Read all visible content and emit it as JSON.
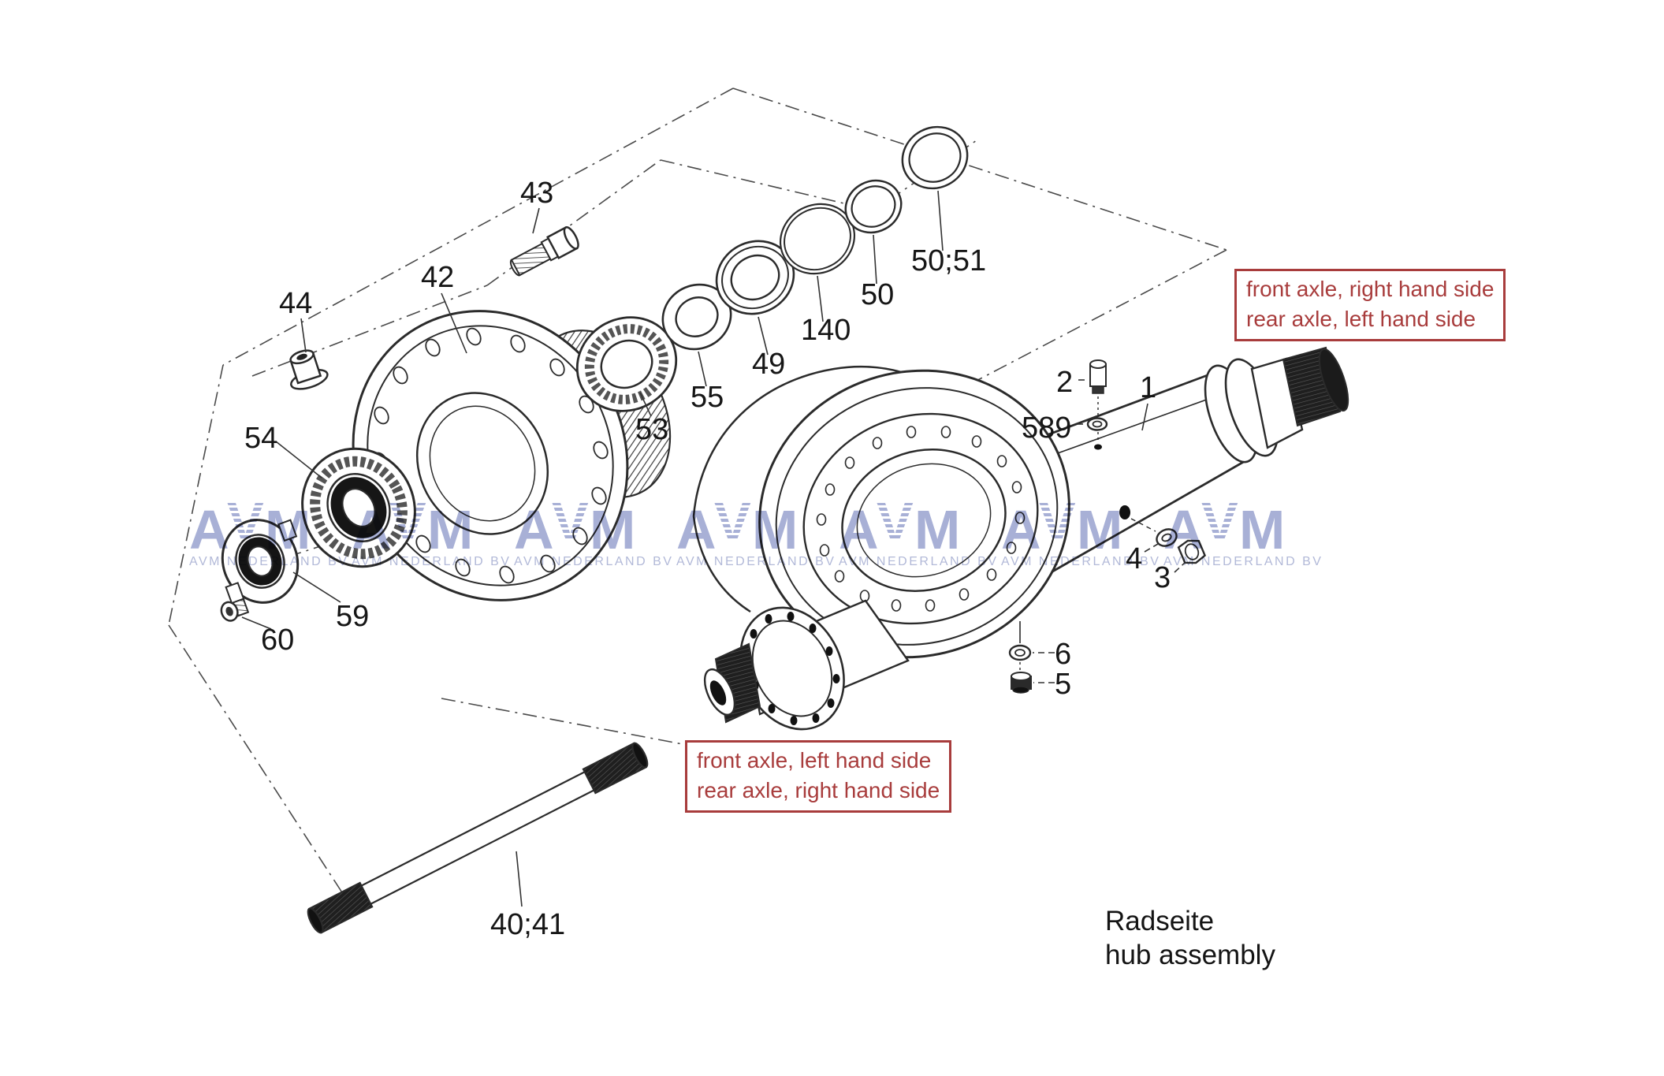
{
  "diagram": {
    "caption": {
      "line1": "Radseite",
      "line2": "hub assembly"
    },
    "notes": {
      "top_right": {
        "line1": "front axle, right hand side",
        "line2": "rear axle, left hand side"
      },
      "bottom": {
        "line1": "front axle, left hand side",
        "line2": "rear axle, right hand side"
      }
    },
    "note_color": "#a83c3c",
    "line_color": "#2b2b2b"
  },
  "watermark": {
    "letters": [
      "A",
      "V",
      "M"
    ],
    "subtext": "AVM NEDERLAND BV",
    "logo_color": "#a8b0d6",
    "text_color": "#b2b9d8"
  },
  "parts": {
    "p1": "1",
    "p2": "2",
    "p3": "3",
    "p4": "4",
    "p5": "5",
    "p6": "6",
    "p40_41": "40;41",
    "p42": "42",
    "p43": "43",
    "p44": "44",
    "p49": "49",
    "p50": "50",
    "p50_51": "50;51",
    "p53": "53",
    "p54": "54",
    "p55": "55",
    "p59": "59",
    "p60": "60",
    "p140": "140",
    "p589": "589"
  }
}
